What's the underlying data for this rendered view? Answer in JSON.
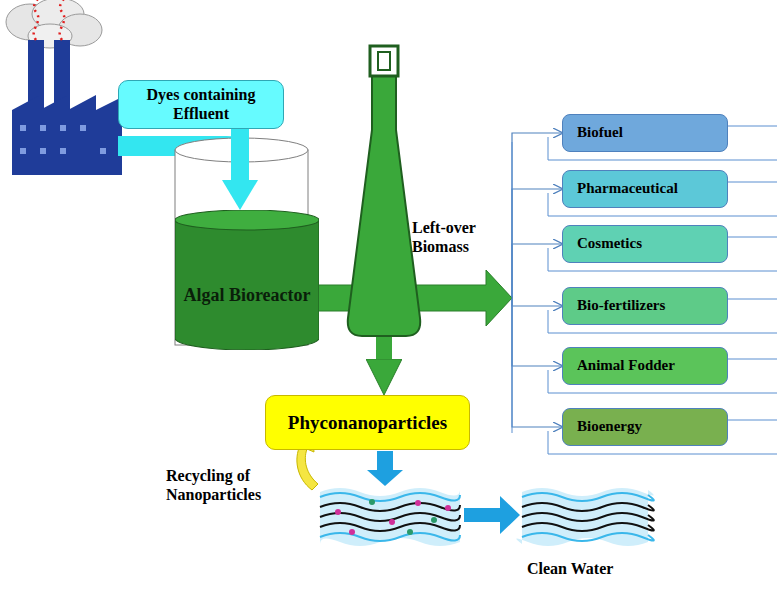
{
  "diagram": {
    "nodes": [
      {
        "text": [
          "Dyes containing Effluent"
        ]
      },
      {
        "text": [
          "Algal Bioreactor"
        ]
      },
      {
        "text": [
          "Biofuel"
        ]
      },
      {
        "text": [
          "Pharmaceutical"
        ]
      },
      {
        "text": [
          "Cosmetics"
        ]
      },
      {
        "text": [
          "Bio-fertilizers"
        ]
      },
      {
        "text": [
          "Animal Fodder"
        ]
      },
      {
        "text": [
          "Bioenergy"
        ]
      },
      {
        "text": [
          "Phyconanoparticles"
        ]
      }
    ],
    "edges": [
      {
        "from": 0,
        "to": 1,
        "arrow": "to"
      },
      {
        "from": 1,
        "to": 8,
        "arrow": "to"
      },
      {
        "from": 1,
        "to": 2,
        "arrow": "to"
      },
      {
        "from": 1,
        "to": 3,
        "arrow": "to"
      },
      {
        "from": 1,
        "to": 4,
        "arrow": "to"
      },
      {
        "from": 1,
        "to": 5,
        "arrow": "to"
      },
      {
        "from": 1,
        "to": 6,
        "arrow": "to"
      },
      {
        "from": 1,
        "to": 7,
        "arrow": "to"
      }
    ],
    "labels": [
      "Left-over Biomass",
      "Recycling of Nanoparticles",
      "Clean Water"
    ]
  }
}
